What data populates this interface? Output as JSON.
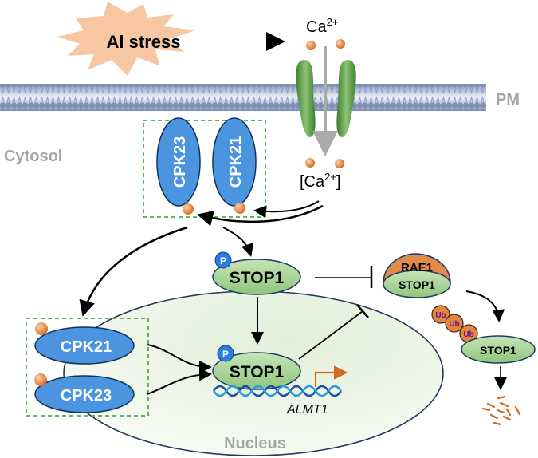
{
  "labels": {
    "al_stress": "Al stress",
    "ca_out": "Ca",
    "ca_out_sup": "2+",
    "ca_in_open": "[Ca",
    "ca_in_sup": "2+",
    "ca_in_close": "]",
    "pm": "PM",
    "cytosol": "Cytosol",
    "nucleus": "Nucleus",
    "cpk23_membrane": "CPK23",
    "cpk21_membrane": "CPK21",
    "cpk21_nuclear": "CPK21",
    "cpk23_nuclear": "CPK23",
    "stop1_cytosol": "STOP1",
    "stop1_nuclear": "STOP1",
    "stop1_degraded": "STOP1",
    "rae1": "RAE1",
    "rae1_stop1": "STOP1",
    "phospho_1": "P",
    "phospho_2": "P",
    "ub_1": "Ub",
    "ub_2": "Ub",
    "ub_3": "Ub",
    "gene": "ALMT1"
  },
  "colors": {
    "starburst": "#f7c6a3",
    "membrane": "#8c9fc4",
    "channel": "#5e9e48",
    "calcium": "#e5863a",
    "cpk": "#4a94e0",
    "stop1": "#a9d39a",
    "rae1": "#e08a4c",
    "dashed_box": "#2aa02a",
    "nucleus_fill": "#eef5e6",
    "label_gray": "#a5a5a5",
    "transcription_arrow": "#d06a1e",
    "ub": "#7b22b8"
  }
}
